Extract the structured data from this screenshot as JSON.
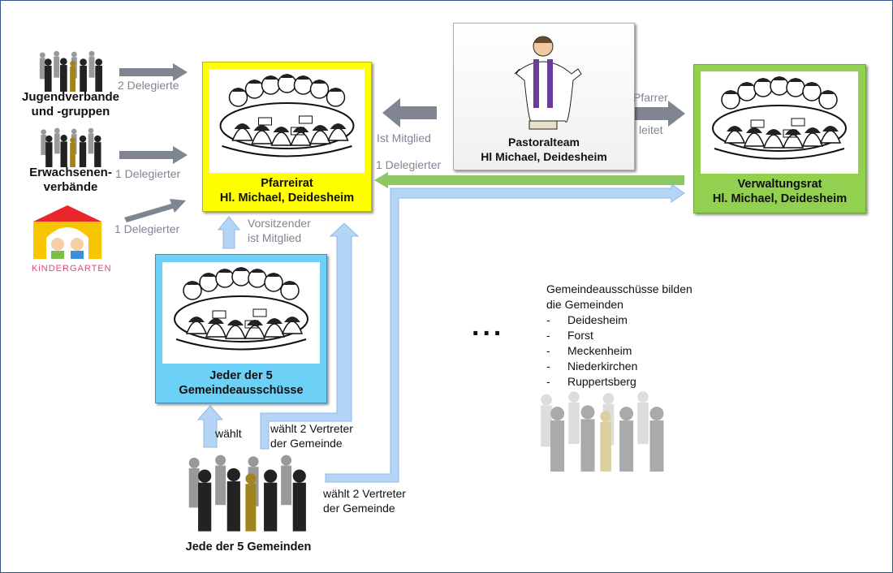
{
  "groups": {
    "jugend": {
      "label_line1": "Jugendverbande",
      "label_line2": "und -gruppen",
      "delegates": "2 Delegierte"
    },
    "erwachsene": {
      "label_line1": "Erwachsenen-",
      "label_line2": "verbände",
      "delegates": "1 Delegierter"
    },
    "kindergarten": {
      "logo_text": "KiNDERGARTEN",
      "delegates": "1 Delegierter"
    }
  },
  "pfarreirat": {
    "title_line1": "Pfarreirat",
    "title_line2": "Hl. Michael, Deidesheim",
    "color": "#ffff00"
  },
  "pastoralteam": {
    "title_line1": "Pastoralteam",
    "title_line2": "Hl Michael, Deidesheim",
    "member_label": "Ist Mitglied"
  },
  "verwaltungsrat": {
    "title_line1": "Verwaltungsrat",
    "title_line2": "Hl. Michael, Deidesheim",
    "color": "#92d050",
    "pfarrer_line1": "Pfarrer",
    "pfarrer_line2": "leitet",
    "delegate_label": "1 Delegierter"
  },
  "gemeindeausschuss": {
    "title_line1": "Jeder der 5",
    "title_line2": "Gemeindeausschüsse",
    "color": "#6dd0f7",
    "chair_line1": "Vorsitzender",
    "chair_line2": "ist Mitglied"
  },
  "gemeinden": {
    "label": "Jede der 5 Gemeinden",
    "elects": "wählt",
    "elects_reps_line1": "wählt 2 Vertreter",
    "elects_reps_line2": "der Gemeinde",
    "elects_reps2_line1": "wählt 2 Vertreter",
    "elects_reps2_line2": "der Gemeinde"
  },
  "ellipsis": "...",
  "info": {
    "line1": "Gemeindeausschüsse bilden",
    "line2": "die Gemeinden",
    "items": [
      "Deidesheim",
      "Forst",
      "Meckenheim",
      "Niederkirchen",
      "Ruppertsberg"
    ]
  },
  "colors": {
    "gray_arrow": "#7f8591",
    "blue_arrow": "#b4d5f5",
    "green_arrow": "#8dc862"
  }
}
